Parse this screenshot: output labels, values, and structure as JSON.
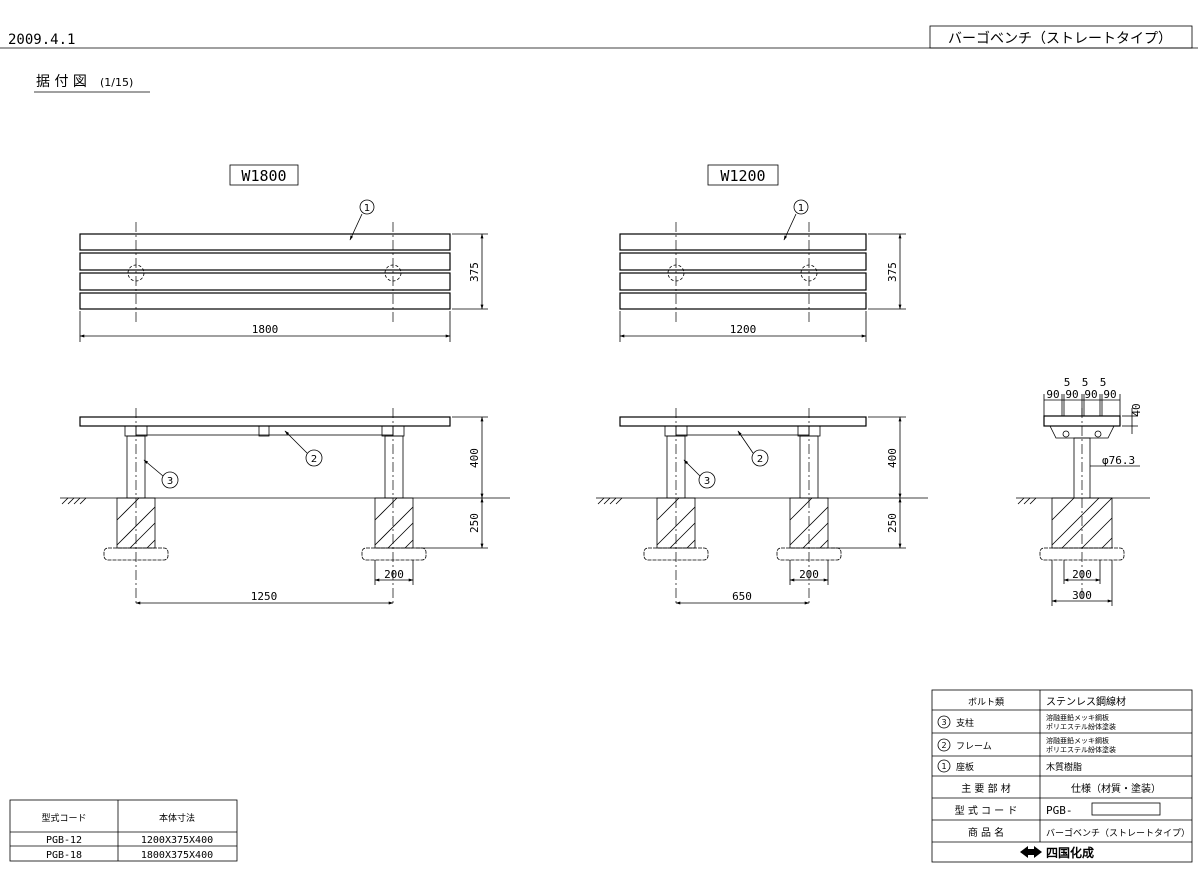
{
  "header": {
    "date": "2009.4.1",
    "product_title": "バーゴベンチ（ストレートタイプ）"
  },
  "section": {
    "title": "据 付 図",
    "scale": "(1/15)"
  },
  "views": {
    "w1800": {
      "label": "W1800",
      "width_dim": "1800",
      "depth_dim": "375",
      "height_dim": "400",
      "foundation_dim": "250",
      "footing_dim": "200",
      "span_dim": "1250"
    },
    "w1200": {
      "label": "W1200",
      "width_dim": "1200",
      "depth_dim": "375",
      "height_dim": "400",
      "foundation_dim": "250",
      "footing_dim": "200",
      "span_dim": "650"
    },
    "side": {
      "top_gaps": [
        "5",
        "5",
        "5"
      ],
      "slat_widths": [
        "90",
        "90",
        "90",
        "90"
      ],
      "thickness_dim": "40",
      "pipe_dim": "φ76.3",
      "footing_dim": "200",
      "foundation_width_dim": "300"
    }
  },
  "callouts": {
    "c1": "1",
    "c2": "2",
    "c3": "3"
  },
  "model_table": {
    "headers": [
      "型式コード",
      "本体寸法"
    ],
    "rows": [
      [
        "PGB-12",
        "1200X375X400"
      ],
      [
        "PGB-18",
        "1800X375X400"
      ]
    ]
  },
  "spec_table": {
    "rows": [
      {
        "no": "",
        "part": "ボルト類",
        "spec": [
          "ステンレス鋼線材"
        ]
      },
      {
        "no": "3",
        "part": "支柱",
        "spec": [
          "溶融亜鉛メッキ鋼板",
          "ポリエステル紛体塗装"
        ]
      },
      {
        "no": "2",
        "part": "フレーム",
        "spec": [
          "溶融亜鉛メッキ鋼板",
          "ポリエステル紛体塗装"
        ]
      },
      {
        "no": "1",
        "part": "座板",
        "spec": [
          "木質樹脂"
        ]
      }
    ],
    "header_part": "主 要 部 材",
    "header_spec": "仕様（材質・塗装）",
    "code_label": "型 式 コ ー ド",
    "code_value": "PGB-",
    "name_label": "商 品 名",
    "name_value": "バーゴベンチ（ストレートタイプ）",
    "company": "四国化成"
  }
}
